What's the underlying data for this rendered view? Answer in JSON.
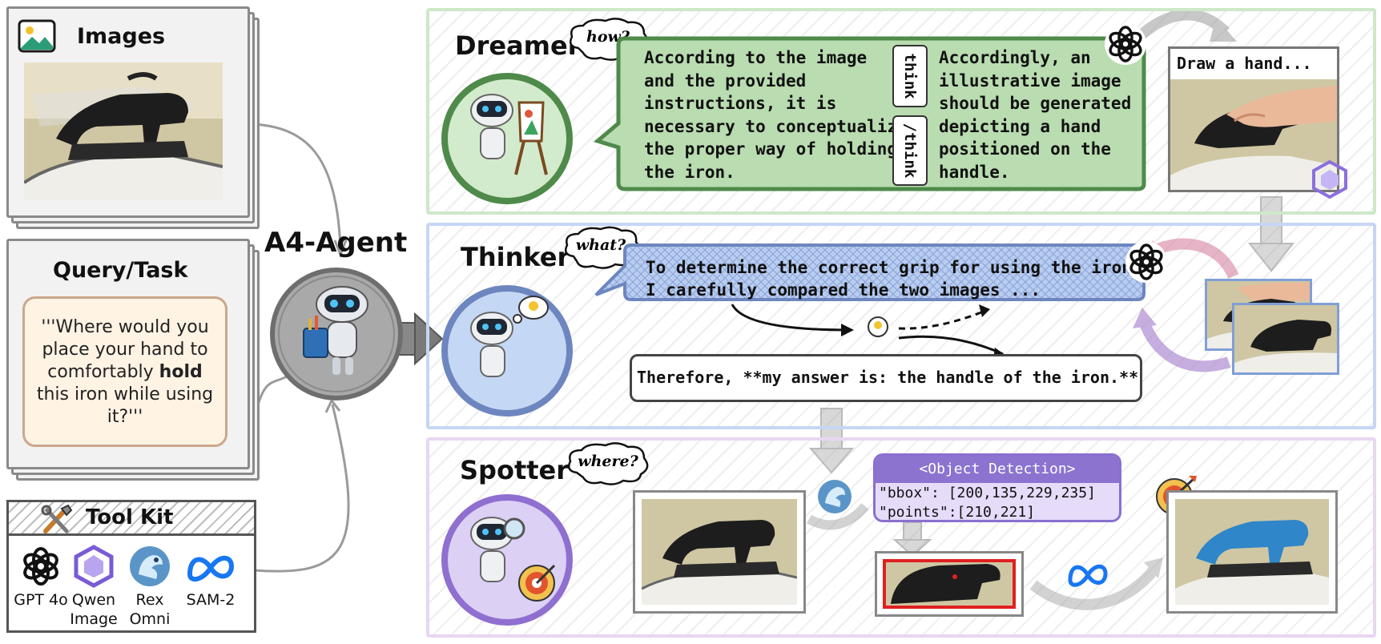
{
  "left": {
    "images_title": "Images",
    "query_title": "Query/Task",
    "query_text_part1": "'''Where would you place your hand to comfortably ",
    "query_text_bold": "hold",
    "query_text_part2": " this iron while using it?'''",
    "toolkit_title": "Tool Kit",
    "tools": [
      {
        "icon": "gpt-4o-icon",
        "label": "GPT 4o"
      },
      {
        "icon": "qwen-image-icon",
        "label": "Qwen Image"
      },
      {
        "icon": "rex-omni-icon",
        "label": "Rex Omni"
      },
      {
        "icon": "sam2-icon",
        "label": "SAM-2"
      }
    ]
  },
  "agent_title": "A4-Agent",
  "dreamer": {
    "name": "Dreamer",
    "thought": "how?",
    "bubble_left": [
      "According to the image",
      "and the provided",
      "instructions, it is",
      "necessary to conceptualize",
      "the proper way of holding",
      "the iron."
    ],
    "tag_think": "think",
    "tag_end_think": "/think",
    "bubble_right": [
      "Accordingly, an",
      "illustrative image",
      "should be generated",
      "depicting a hand",
      "positioned on the",
      "handle."
    ],
    "output_label": "Draw a hand..."
  },
  "thinker": {
    "name": "Thinker",
    "thought": "what?",
    "bubble_lines": [
      "To determine the correct grip for using the iron,",
      "I carefully compared the two images ..."
    ],
    "answer": "Therefore, **my answer is: the handle of the iron.**"
  },
  "spotter": {
    "name": "Spotter",
    "thought": "where?",
    "detection_title": "<Object Detection>",
    "detection_bbox": "\"bbox\": [200,135,229,235]",
    "detection_points": "\"points\":[210,221]"
  },
  "colors": {
    "dreamer": "#5f9a5c",
    "dreamer_fill": "#b9dcb0",
    "thinker": "#7a93c9",
    "thinker_fill": "#b8cdf0",
    "spotter": "#9f7fd6",
    "spotter_fill": "#d9ccf4",
    "detection_header": "#8c73cf",
    "highlight_red": "#e02020",
    "mask_blue": "#2f86c8"
  }
}
